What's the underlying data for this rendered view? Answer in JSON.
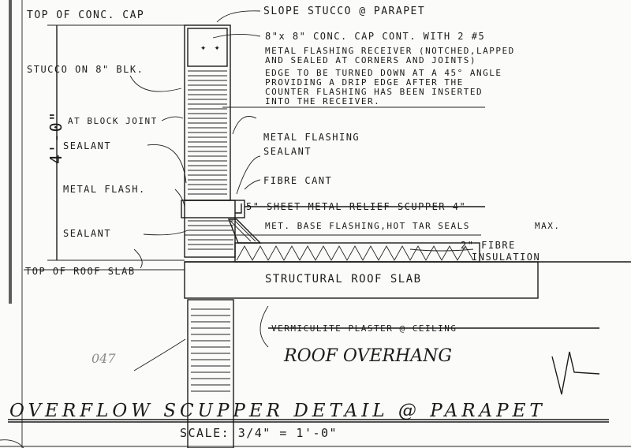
{
  "labels": {
    "top_of_cap": "TOP OF CONC. CAP",
    "slope_stucco": "SLOPE STUCCO @ PARAPET",
    "cap_cont": "8\"x 8\" CONC. CAP CONT. WITH 2 #5",
    "receiver_1": "METAL FLASHING RECEIVER (NOTCHED,LAPPED",
    "receiver_2": "AND SEALED AT CORNERS AND JOINTS)",
    "receiver_3": "EDGE TO BE TURNED DOWN AT A 45° ANGLE",
    "receiver_4": "PROVIDING A DRIP EDGE AFTER THE",
    "receiver_5": "COUNTER FLASHING HAS BEEN INSERTED",
    "receiver_6": "INTO THE RECEIVER.",
    "stucco_blk": "STUCCO ON 8\" BLK.",
    "at_block_joint": "AT BLOCK JOINT",
    "height_dim": "4'-0\"",
    "sealant_1": "SEALANT",
    "metal_flashing": "METAL FLASHING",
    "sealant_2": "SEALANT",
    "fibre_cant": "FIBRE CANT",
    "metal_flash": "METAL FLASH.",
    "scupper": "5\" SHEET METAL RELIEF SCUPPER 4\"",
    "base_flashing": "MET. BASE FLASHING,HOT TAR SEALS",
    "max": "MAX.",
    "sealant_3": "SEALANT",
    "fibre": "2\" FIBRE",
    "insulation": "INSULATION",
    "top_of_slab": "TOP OF ROOF SLAB",
    "structural_slab": "STRUCTURAL ROOF SLAB",
    "plaster_ceiling": "VERMICULITE PLASTER @ CEILING",
    "roof_overhang": "ROOF OVERHANG",
    "sheet_mark": "047"
  },
  "title": {
    "main": "OVERFLOW SCUPPER DETAIL @ PARAPET",
    "scale": "SCALE: 3/4\" = 1'-0\""
  },
  "colors": {
    "ink": "#1b1b1b",
    "paper": "#fbfbf9"
  }
}
